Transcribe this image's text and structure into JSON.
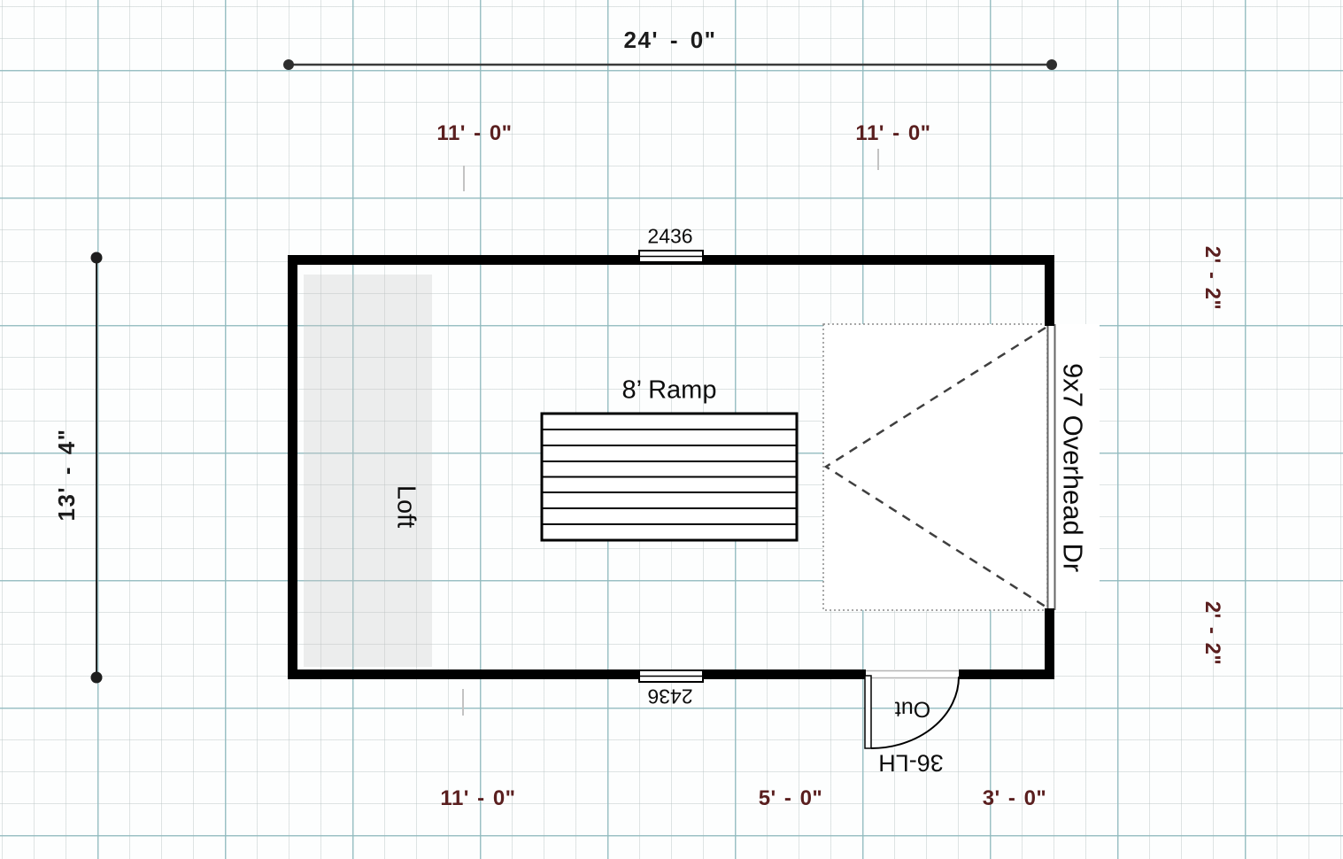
{
  "drawing": {
    "kind": "garage floor plan",
    "dims": {
      "overall_width": "24' - 0\"",
      "overall_height": "13' - 4\"",
      "top_left": "11' - 0\"",
      "top_right": "11' - 0\"",
      "right_upper": "2' - 2\"",
      "right_lower": "2' - 2\"",
      "bottom_left": "11' - 0\"",
      "bottom_middle": "5' - 0\"",
      "bottom_right": "3' - 0\""
    },
    "labels": {
      "loft": "Loft",
      "ramp": "8’ Ramp",
      "overhead_door": "9x7 Overhead Dr",
      "entry_door": "36-LH",
      "swing_direction": "Out",
      "window_top": "2436",
      "window_bottom": "2436"
    },
    "colors": {
      "wall": "#000000",
      "sub_dimension_text": "#5a1f1f",
      "main_dimension_text": "#1c1c1c",
      "grid_major": "#8fbabe",
      "grid_minor": "#dfe4e4",
      "loft_fill": "#c8c8c8"
    }
  }
}
